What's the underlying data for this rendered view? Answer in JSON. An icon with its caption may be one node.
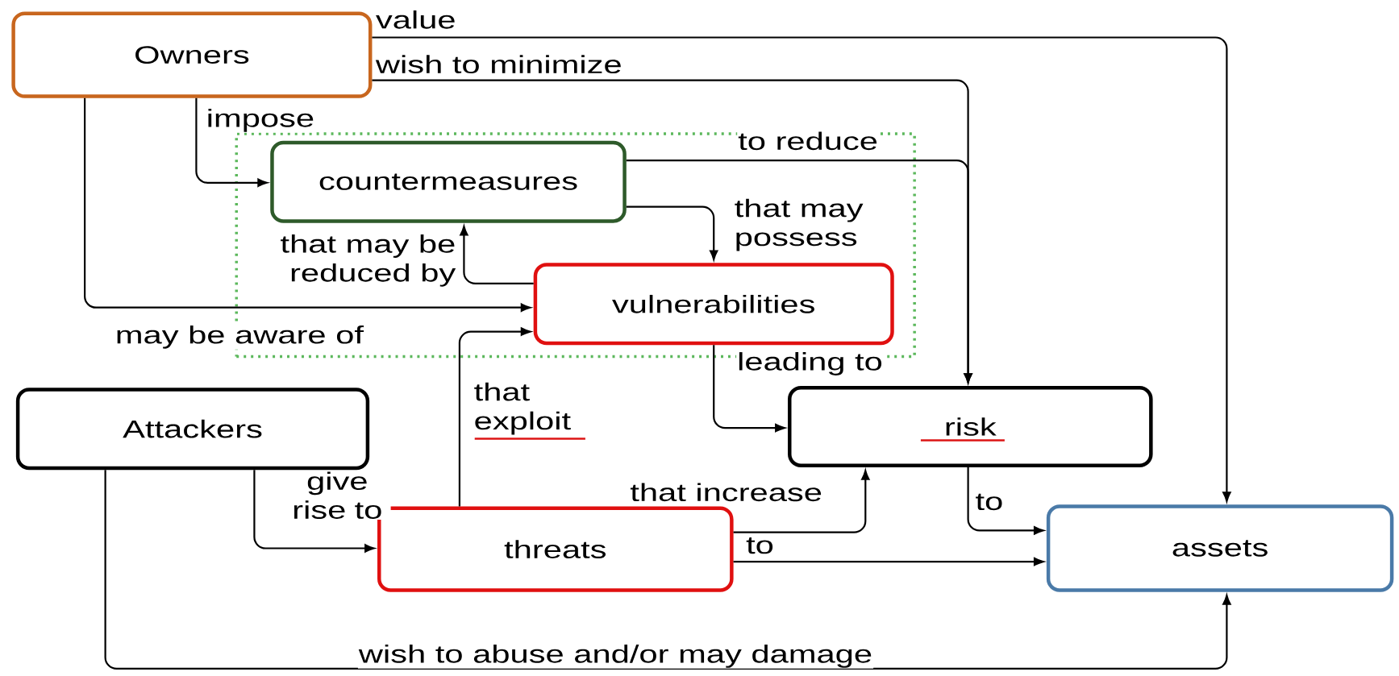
{
  "diagram": {
    "nodes": [
      {
        "text": [
          "Owners"
        ]
      },
      {
        "text": [],
        "shape": "box"
      },
      {
        "text": [
          "countermeasures"
        ],
        "in": 1
      },
      {
        "text": [
          "vulnerabilities"
        ],
        "in": 1
      },
      {
        "text": [
          "Attackers"
        ]
      },
      {
        "text": [
          "risk"
        ]
      },
      {
        "text": [
          "threats"
        ]
      },
      {
        "text": [
          "assets"
        ]
      }
    ],
    "edges": [
      {
        "from": 0,
        "to": 7,
        "arrow": "to",
        "label": "value"
      },
      {
        "from": 0,
        "to": 5,
        "arrow": "to",
        "label": "wish to minimize"
      },
      {
        "from": 0,
        "to": 2,
        "arrow": "to",
        "label": "impose"
      },
      {
        "from": 0,
        "to": 3,
        "arrow": "to",
        "label": "may be aware of"
      },
      {
        "from": 2,
        "to": 5,
        "arrow": "to",
        "label": "to reduce"
      },
      {
        "from": 2,
        "to": 3,
        "arrow": "to",
        "label": "that may possess"
      },
      {
        "from": 3,
        "to": 2,
        "arrow": "to",
        "label": "that may be reduced by"
      },
      {
        "from": 3,
        "to": 5,
        "arrow": "to",
        "label": "leading to"
      },
      {
        "from": 4,
        "to": 6,
        "arrow": "to",
        "label": "give rise to"
      },
      {
        "from": 4,
        "to": 7,
        "arrow": "to",
        "label": "wish to abuse and/or may damage"
      },
      {
        "from": 6,
        "to": 3,
        "arrow": "to",
        "label": "that exploit"
      },
      {
        "from": 6,
        "to": 5,
        "arrow": "to",
        "label": "that increase"
      },
      {
        "from": 6,
        "to": 7,
        "arrow": "to",
        "label": "to"
      },
      {
        "from": 5,
        "to": 7,
        "arrow": "to",
        "label": "to"
      }
    ]
  }
}
